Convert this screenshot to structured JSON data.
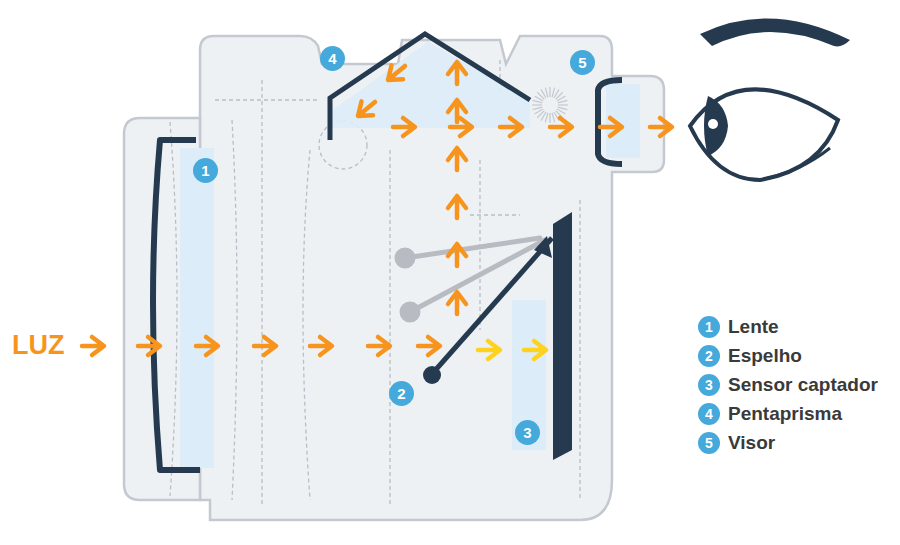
{
  "diagram": {
    "labels": [
      "LUZ",
      "1",
      "2",
      "3",
      "4",
      "5",
      "1",
      "2",
      "3",
      "4",
      "5"
    ],
    "legend": [
      {
        "text": "Lente",
        "color": "#45a9dc"
      },
      {
        "text": "Espelho",
        "color": "#45a9dc"
      },
      {
        "text": "Sensor captador",
        "color": "#45a9dc"
      },
      {
        "text": "Pentaprisma",
        "color": "#45a9dc"
      },
      {
        "text": "Visor",
        "color": "#45a9dc"
      }
    ]
  }
}
